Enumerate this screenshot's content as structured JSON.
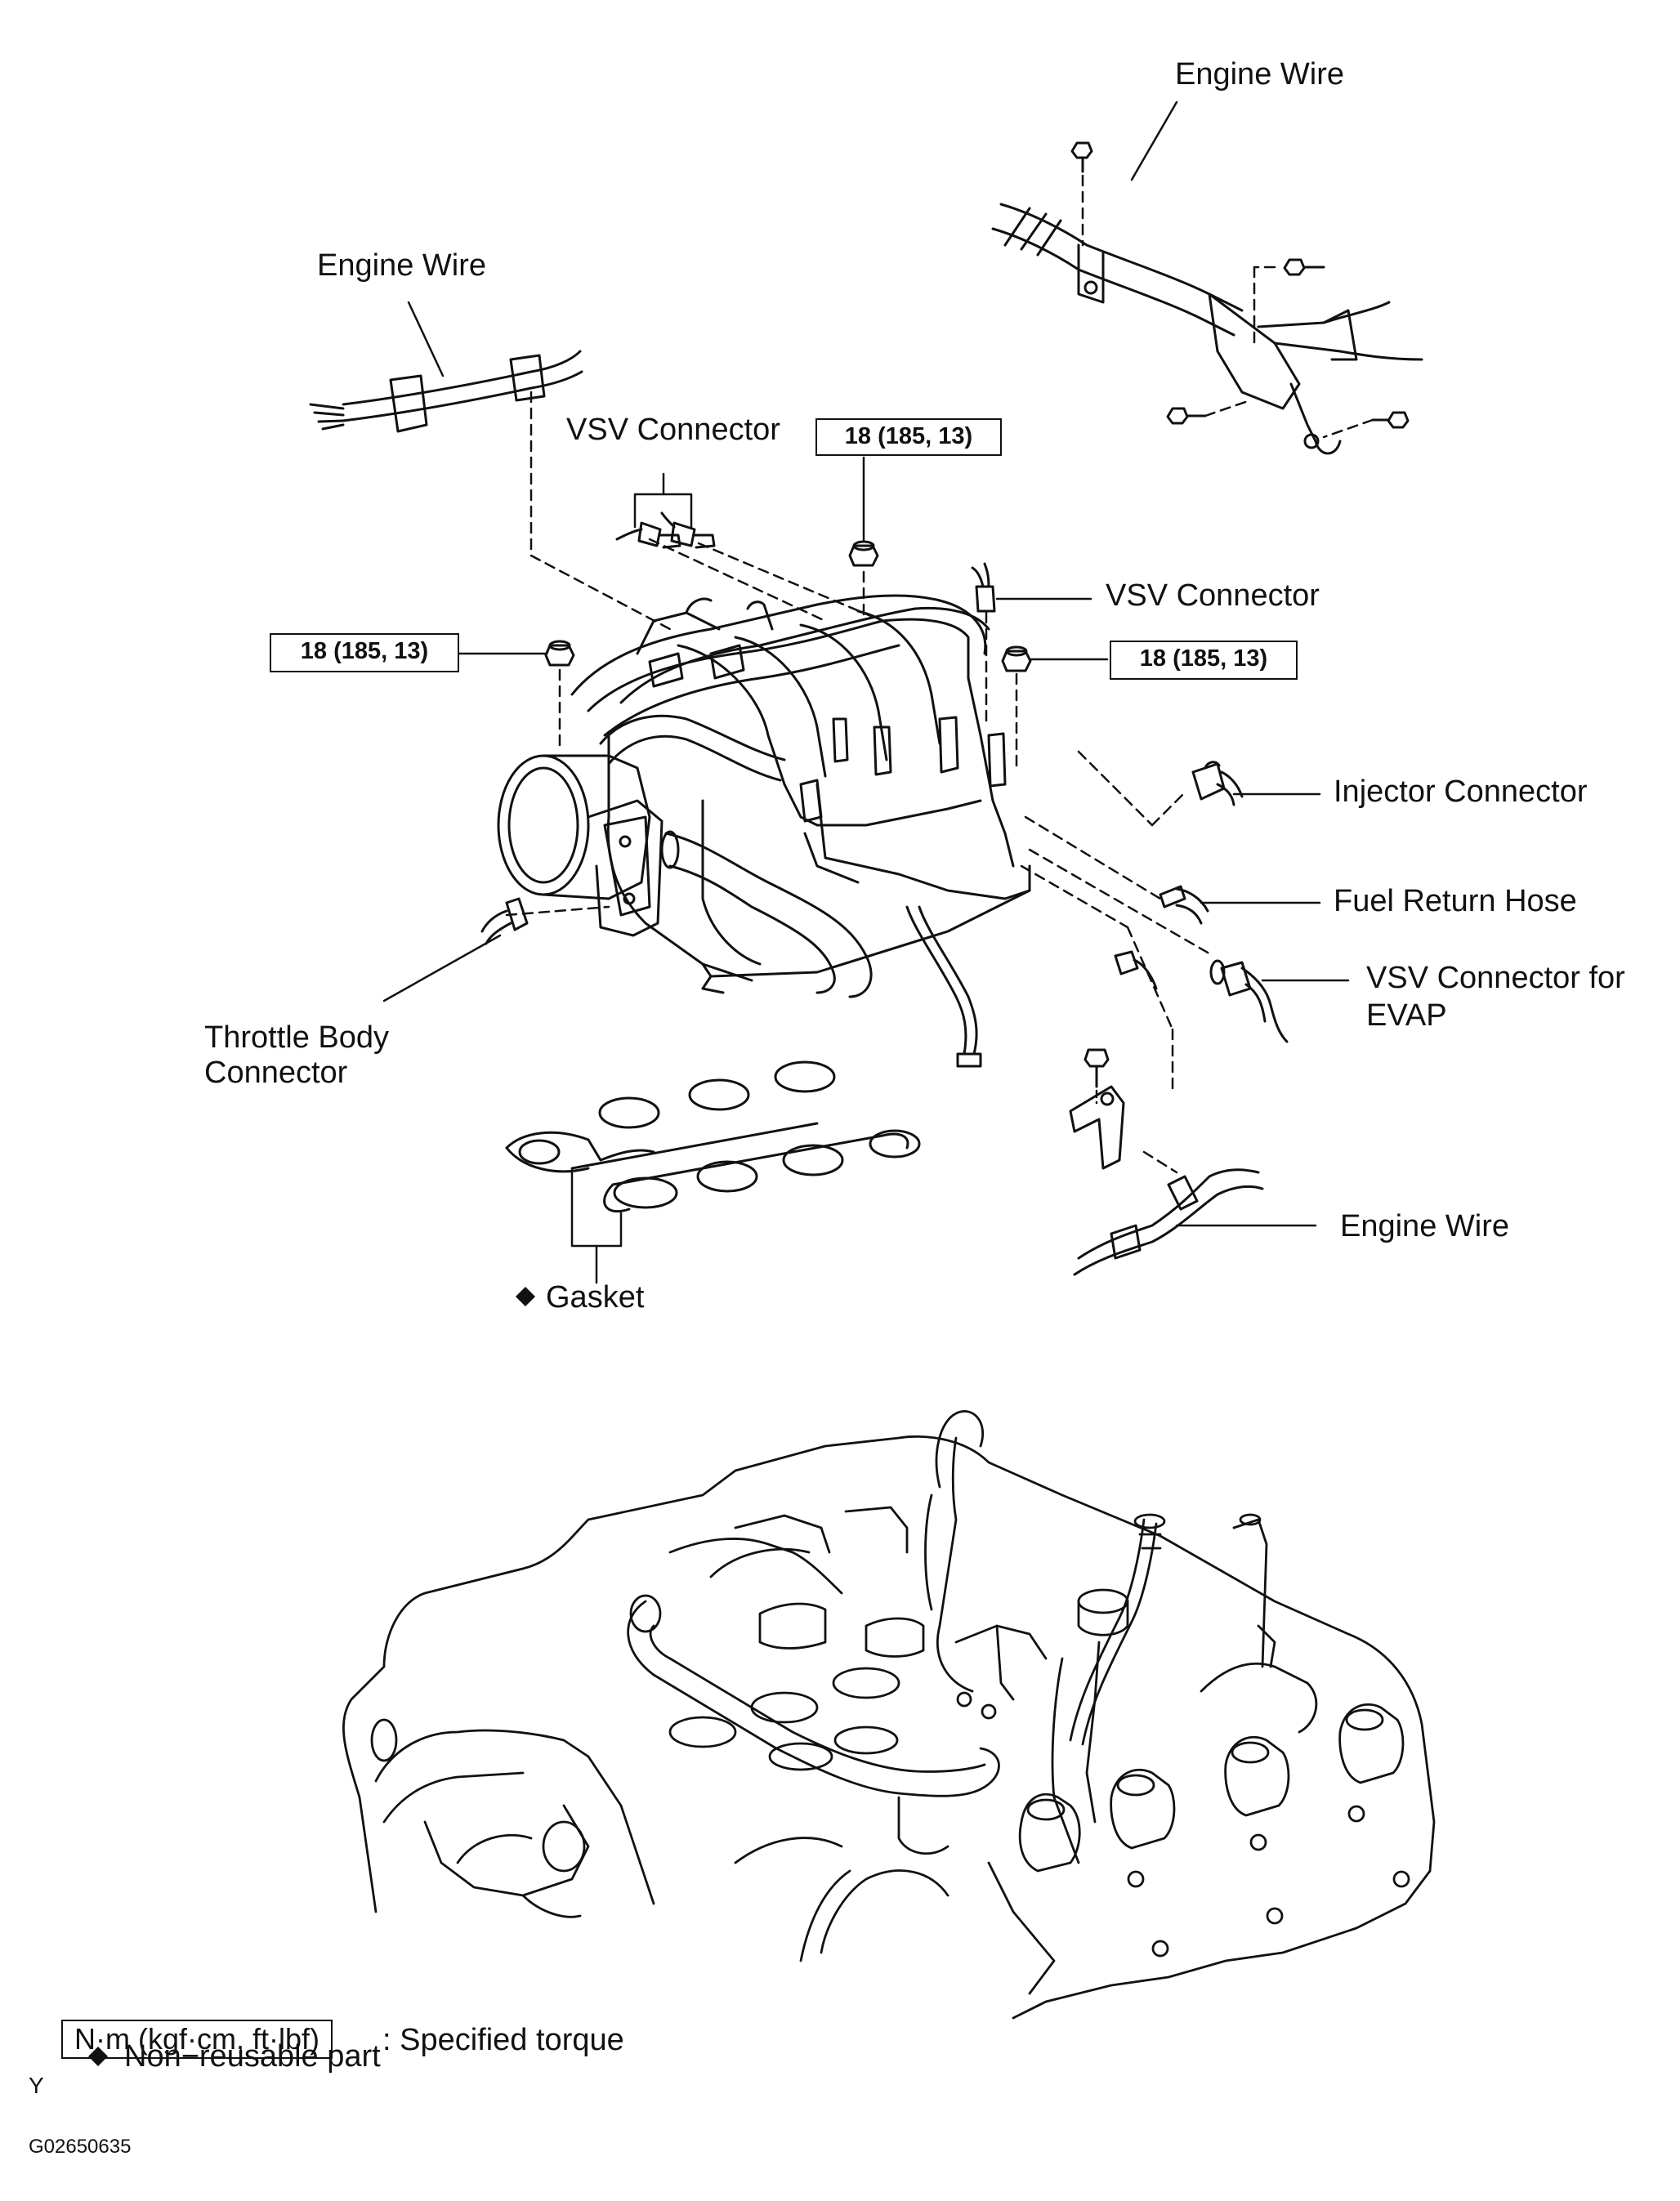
{
  "labels": {
    "engine_wire_top_right": "Engine Wire",
    "engine_wire_top_left": "Engine Wire",
    "vsv_connector_top": "VSV Connector",
    "vsv_connector_right": "VSV Connector",
    "injector_connector": "Injector Connector",
    "fuel_return_hose": "Fuel Return Hose",
    "vsv_evap_line1": "VSV Connector for",
    "vsv_evap_line2": "EVAP",
    "throttle_body_line1": "Throttle  Body",
    "throttle_body_line2": "Connector",
    "gasket": "Gasket",
    "engine_wire_bottom": "Engine Wire"
  },
  "torque": {
    "top": "18 (185, 13)",
    "left": "18 (185, 13)",
    "right": "18 (185, 13)"
  },
  "legend": {
    "torque_unit": "N·m (kgf·cm, ft·lbf)",
    "torque_desc": ": Specified torque",
    "nonreusable_desc": "Non−reusable part"
  },
  "footer": {
    "corner_letter": "Y",
    "figure_code": "G02650635"
  },
  "icons": {
    "nonreusable_marker": "diamond-icon"
  }
}
